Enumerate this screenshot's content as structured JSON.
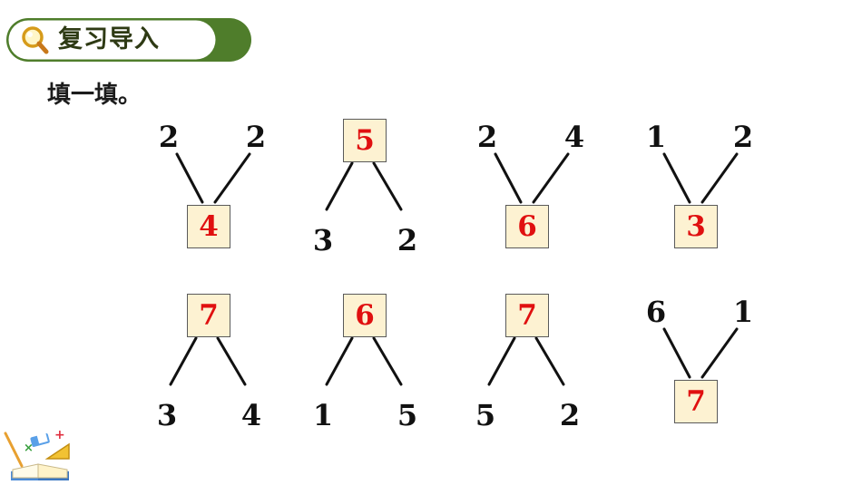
{
  "header": {
    "title": "复习导入",
    "icon": "magnifier-icon",
    "pill_color": "#4f7d2b"
  },
  "instruction": "填一填。",
  "colors": {
    "answer": "#e01010",
    "box_fill": "#fdf2d2",
    "number": "#111111"
  },
  "diagrams": [
    {
      "kind": "merge",
      "total": "4",
      "parts": [
        "2",
        "2"
      ]
    },
    {
      "kind": "split",
      "total": "5",
      "parts": [
        "3",
        "2"
      ]
    },
    {
      "kind": "merge",
      "total": "6",
      "parts": [
        "2",
        "4"
      ]
    },
    {
      "kind": "merge",
      "total": "3",
      "parts": [
        "1",
        "2"
      ]
    },
    {
      "kind": "split",
      "total": "7",
      "parts": [
        "3",
        "4"
      ]
    },
    {
      "kind": "split",
      "total": "6",
      "parts": [
        "1",
        "5"
      ]
    },
    {
      "kind": "split",
      "total": "7",
      "parts": [
        "5",
        "2"
      ]
    },
    {
      "kind": "merge",
      "total": "7",
      "parts": [
        "6",
        "1"
      ]
    }
  ],
  "decoration": {
    "icon": "math-tools-book-icon"
  }
}
